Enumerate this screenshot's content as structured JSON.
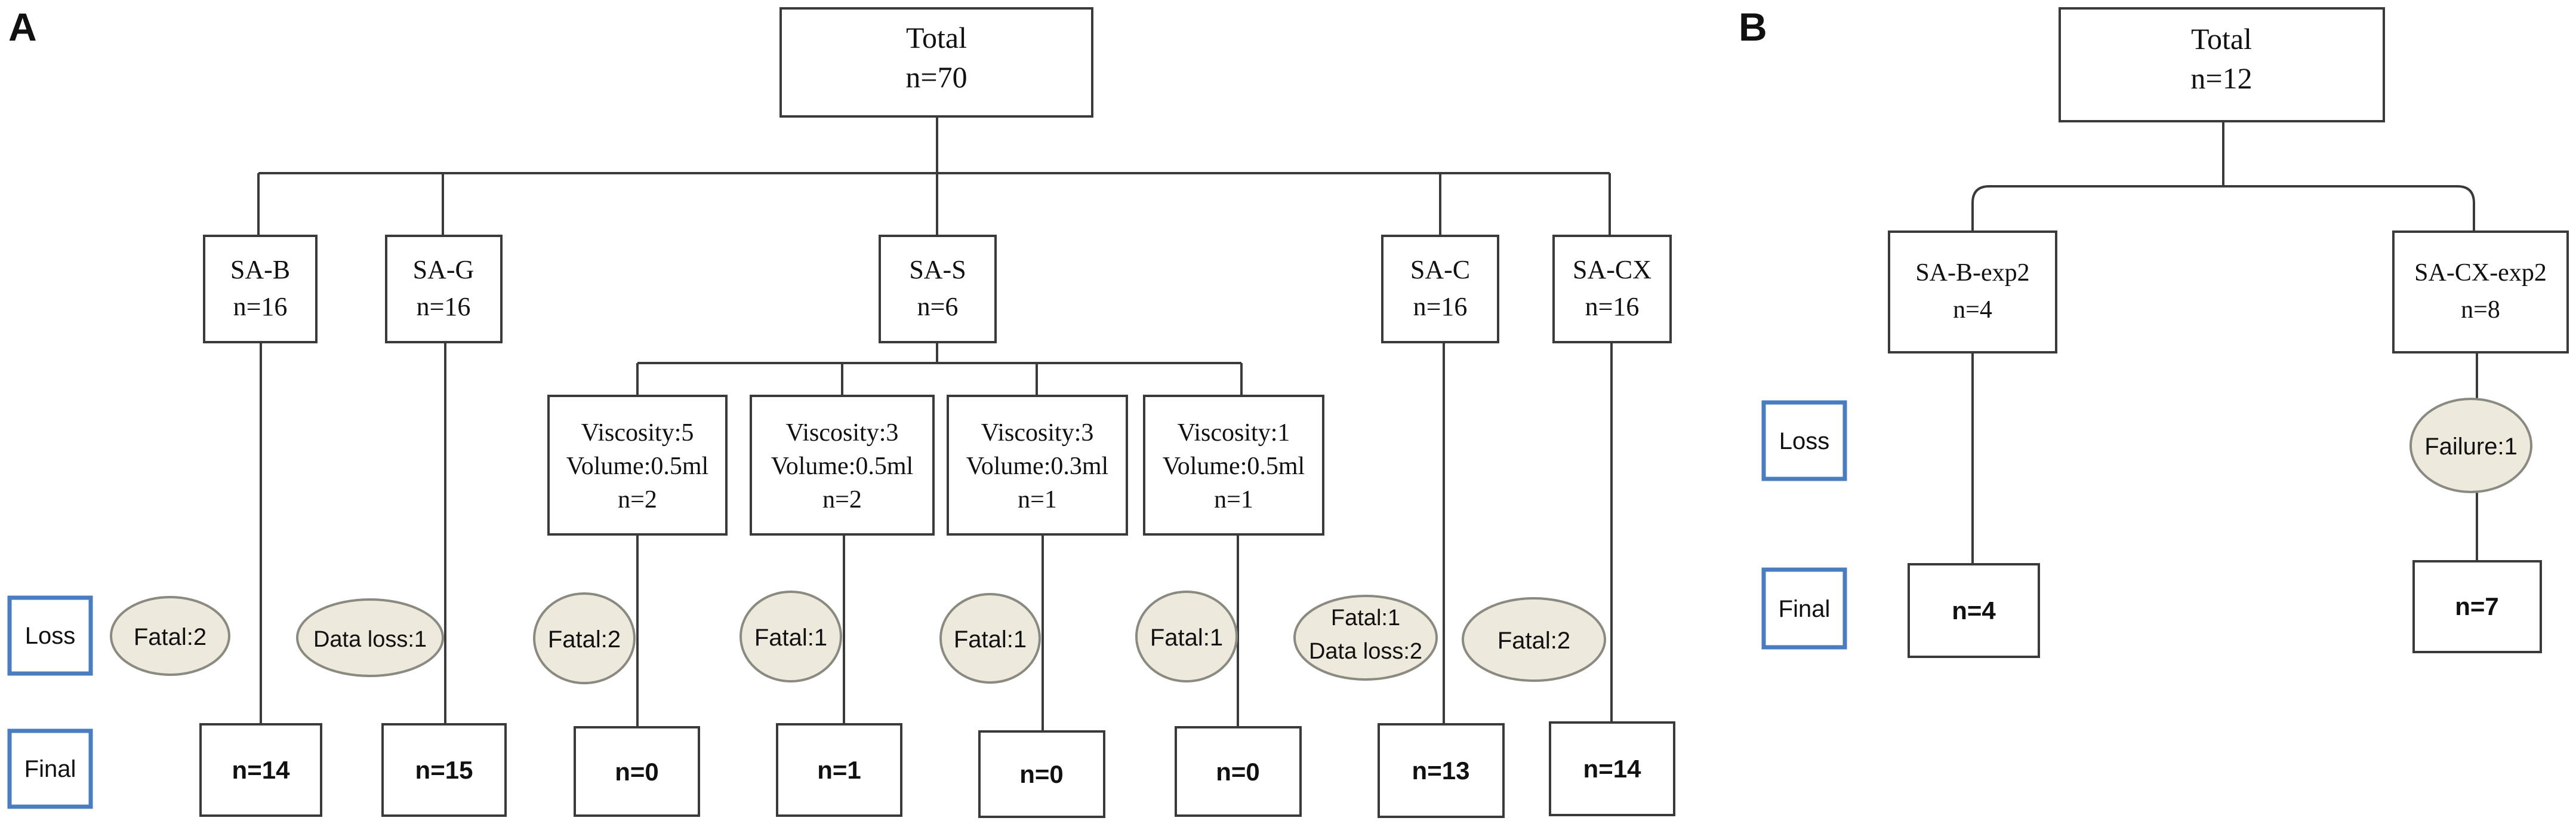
{
  "colors": {
    "line": "#3a3a3a",
    "box_border": "#3a3a3a",
    "label_border": "#4a7cc0",
    "oval_fill": "#ede9dc",
    "oval_border": "#8a8a80"
  },
  "panel_a": {
    "letter": "A",
    "total": {
      "title": "Total",
      "n": "n=70"
    },
    "row_labels": {
      "loss": "Loss",
      "final": "Final"
    },
    "groups": [
      {
        "title": "SA-B",
        "n": "n=16",
        "loss": [
          "Fatal:2"
        ],
        "final": "n=14"
      },
      {
        "title": "SA-G",
        "n": "n=16",
        "loss": [
          "Data loss:1"
        ],
        "final": "n=15"
      },
      {
        "title": "SA-S",
        "n": "n=6",
        "subgroups": [
          {
            "viscosity": "Viscosity:5",
            "volume": "Volume:0.5ml",
            "n": "n=2",
            "loss": [
              "Fatal:2"
            ],
            "final": "n=0"
          },
          {
            "viscosity": "Viscosity:3",
            "volume": "Volume:0.5ml",
            "n": "n=2",
            "loss": [
              "Fatal:1"
            ],
            "final": "n=1"
          },
          {
            "viscosity": "Viscosity:3",
            "volume": "Volume:0.3ml",
            "n": "n=1",
            "loss": [
              "Fatal:1"
            ],
            "final": "n=0"
          },
          {
            "viscosity": "Viscosity:1",
            "volume": "Volume:0.5ml",
            "n": "n=1",
            "loss": [
              "Fatal:1"
            ],
            "final": "n=0"
          }
        ]
      },
      {
        "title": "SA-C",
        "n": "n=16",
        "loss": [
          "Fatal:1",
          "Data loss:2"
        ],
        "final": "n=13"
      },
      {
        "title": "SA-CX",
        "n": "n=16",
        "loss": [
          "Fatal:2"
        ],
        "final": "n=14"
      }
    ]
  },
  "panel_b": {
    "letter": "B",
    "total": {
      "title": "Total",
      "n": "n=12"
    },
    "row_labels": {
      "loss": "Loss",
      "final": "Final"
    },
    "groups": [
      {
        "title": "SA-B-exp2",
        "n": "n=4",
        "loss": [],
        "final": "n=4"
      },
      {
        "title": "SA-CX-exp2",
        "n": "n=8",
        "loss": [
          "Failure:1"
        ],
        "final": "n=7"
      }
    ]
  }
}
